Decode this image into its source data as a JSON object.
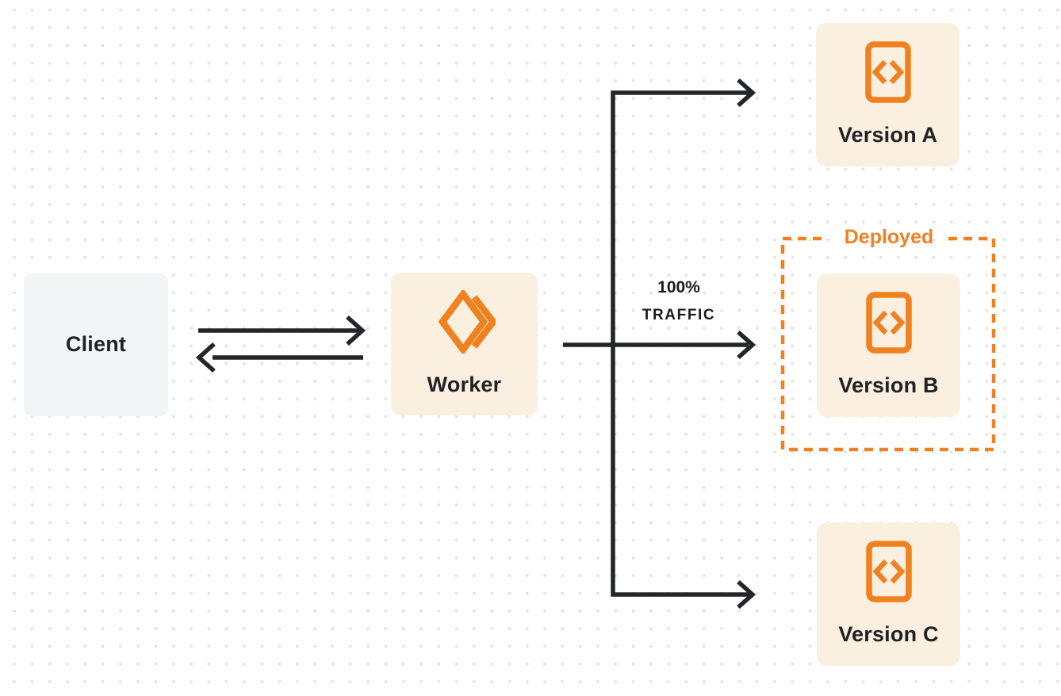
{
  "diagram": {
    "client": {
      "label": "Client"
    },
    "worker": {
      "label": "Worker",
      "icon": "cloudflare-workers-logo"
    },
    "versions": [
      {
        "label": "Version A",
        "icon": "code-file-icon"
      },
      {
        "label": "Version B",
        "icon": "code-file-icon",
        "deployed": true
      },
      {
        "label": "Version C",
        "icon": "code-file-icon"
      }
    ],
    "deployed_badge": {
      "label": "Deployed"
    },
    "traffic_label": {
      "line1": "100%",
      "line2": "TRAFFIC"
    },
    "colors": {
      "orange": "#F08121",
      "cream_box": "#FBF0E0",
      "client_box": "#F4F5F6",
      "ink": "#242528",
      "dot_grid": "#E3E3E6"
    }
  }
}
